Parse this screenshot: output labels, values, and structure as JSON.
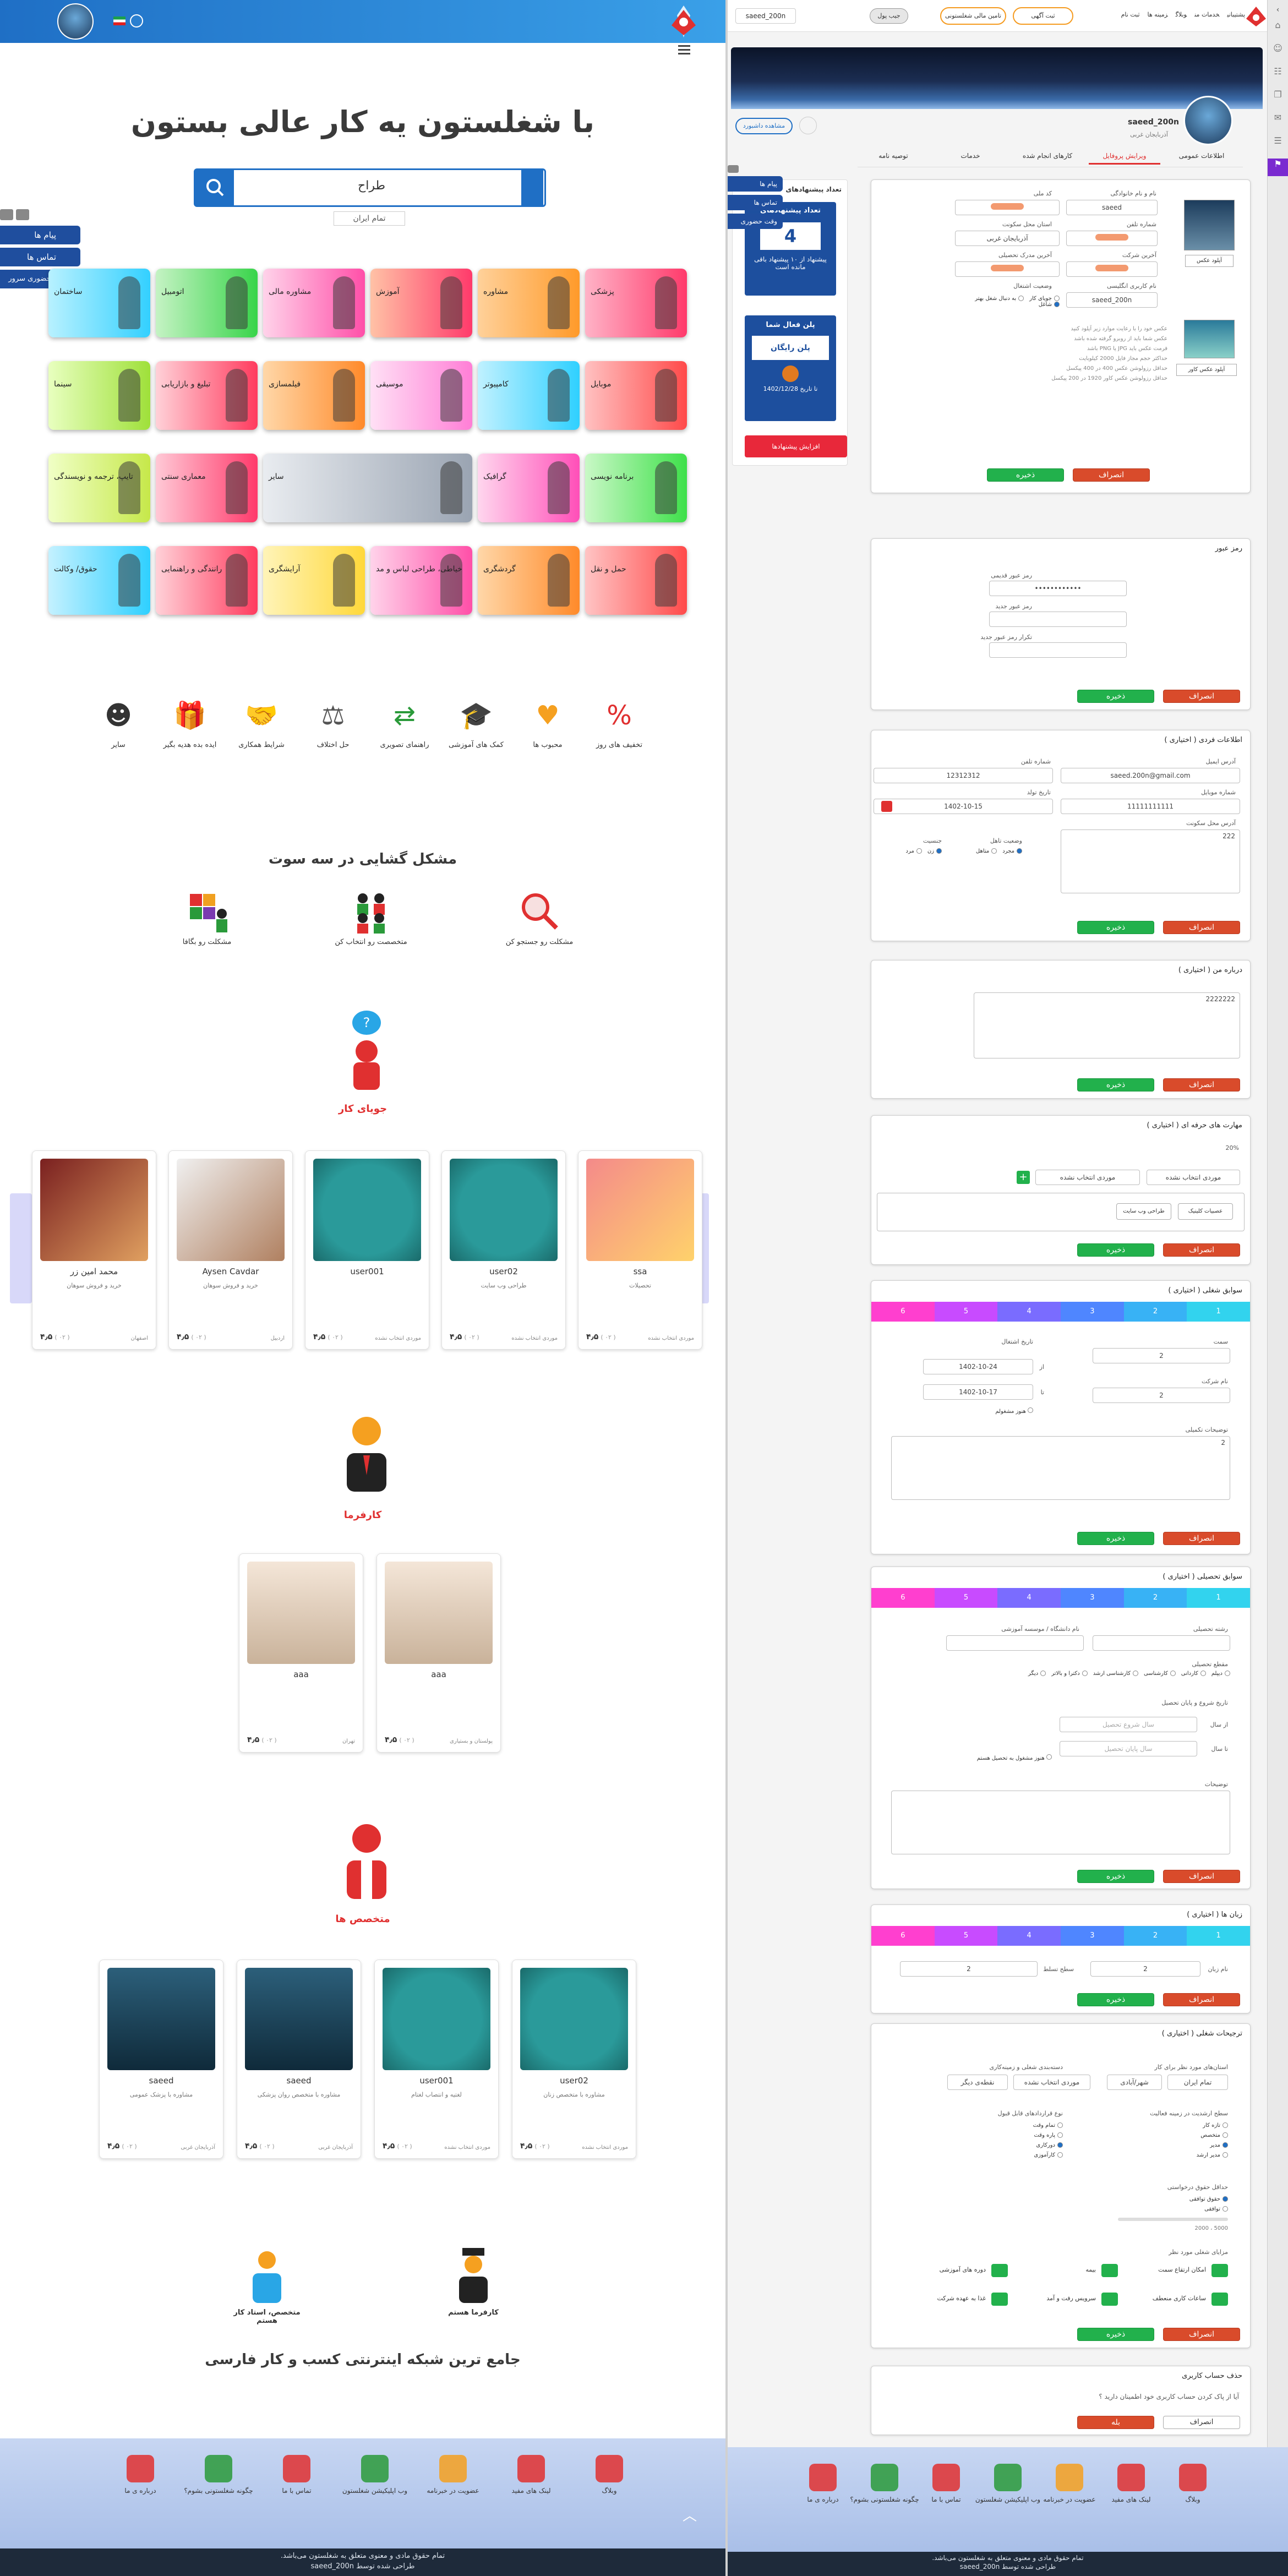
{
  "left": {
    "hero_title": "با شغلستون یه کار عالی بستون",
    "search_value": "طراح",
    "search_region": "تمام ایران",
    "float_menu": [
      "پیام ها",
      "تماس ها",
      "وقت حضوری سرور"
    ],
    "categories": [
      {
        "label": "پزشکی",
        "c1": "#ff3a6b",
        "c2": "#ffb3c7"
      },
      {
        "label": "مشاوره",
        "c1": "#ff9a2a",
        "c2": "#ffd19a"
      },
      {
        "label": "آموزش",
        "c1": "#ff3a6b",
        "c2": "#ffc2a6"
      },
      {
        "label": "مشاوره مالی",
        "c1": "#ff4fa8",
        "c2": "#ffd3ea"
      },
      {
        "label": "اتومبیل",
        "c1": "#38d44a",
        "c2": "#c5f3c4"
      },
      {
        "label": "ساختمان",
        "c1": "#33d0ff",
        "c2": "#b8f1ff"
      },
      {
        "label": "موبایل",
        "c1": "#ff4a4a",
        "c2": "#ffc1c1"
      },
      {
        "label": "کامپیوتر",
        "c1": "#2fd0ff",
        "c2": "#c0f1ff"
      },
      {
        "label": "موسیقی",
        "c1": "#ff7ed6",
        "c2": "#ffe0f5"
      },
      {
        "label": "فیلمسازی",
        "c1": "#ff8a2a",
        "c2": "#ffd7a8"
      },
      {
        "label": "تبلیغ و بازاریابی",
        "c1": "#ff3b5e",
        "c2": "#ffd1d8"
      },
      {
        "label": "سینما",
        "c1": "#9fe03a",
        "c2": "#e8ffbf"
      },
      {
        "label": "برنامه نویسی",
        "c1": "#3ee04a",
        "c2": "#c9f8c6"
      },
      {
        "label": "گرافیک",
        "c1": "#ff4fb8",
        "c2": "#ffd6ee"
      },
      {
        "label": "سایر",
        "c1": "#9aa4b2",
        "c2": "#e9ecf0"
      },
      {
        "label": "معماری سنتی",
        "c1": "#ff3a6b",
        "c2": "#ffc9d6"
      },
      {
        "label": "تایپ، ترجمه و نویسندگی",
        "c1": "#c6e84a",
        "c2": "#f0ffc6"
      },
      {
        "label": "حمل و نقل",
        "c1": "#ff4a4a",
        "c2": "#ffc4c4"
      },
      {
        "label": "گردشگری",
        "c1": "#ff8a2a",
        "c2": "#ffd7a8"
      },
      {
        "label": "خیاطی، طراحی لباس و مد",
        "c1": "#ff4fa8",
        "c2": "#ffd3ea"
      },
      {
        "label": "آرایشگری",
        "c1": "#ffd83a",
        "c2": "#fff4b8"
      },
      {
        "label": "رانندگی و راهنمایی",
        "c1": "#ff3b5e",
        "c2": "#ffd1d8"
      },
      {
        "label": "حقوق/ وکالت",
        "c1": "#2fd0ff",
        "c2": "#c4f1ff"
      }
    ],
    "features": [
      "تخفیف های روز",
      "محبوب ها",
      "کمک های آموزشی",
      "راهنمای تصویری",
      "حل اختلاف",
      "شرایط همکاری",
      "ایده بده هدیه بگیر",
      "سایر"
    ],
    "solve_title": "مشکل گشایی در سه سوت",
    "solve_steps": [
      "مشکلت رو جستجو کن",
      "متخصصت رو انتخاب کن",
      "مشکلت رو بگافا"
    ],
    "jobseeker_title": "جویای کار",
    "jobseekers": [
      {
        "name": "ssa",
        "sub": "تحصیلات",
        "loc": "موردی انتخاب نشده",
        "rate": "۴٫۵",
        "count": "( ۰۲ )"
      },
      {
        "name": "user02",
        "sub": "طراحی وب سایت",
        "loc": "موردی انتخاب نشده",
        "rate": "۴٫۵",
        "count": "( ۰۲ )"
      },
      {
        "name": "user001",
        "sub": "",
        "loc": "موردی انتخاب نشده",
        "rate": "۴٫۵",
        "count": "( ۰۲ )"
      },
      {
        "name": "Aysen Cavdar",
        "sub": "خرید و فروش سوهان",
        "loc": "اردبیل",
        "rate": "۴٫۵",
        "count": "( ۰۲ )"
      },
      {
        "name": "محمد امین زر",
        "sub": "خرید و فروش سوهان",
        "loc": "اصفهان",
        "rate": "۴٫۵",
        "count": "( ۰۲ )"
      }
    ],
    "employer_title": "کارفرما",
    "employers": [
      {
        "name": "aaa",
        "loc": "پولستان و بستیاری",
        "rate": "۴٫۵",
        "count": "( ۰۲ )"
      },
      {
        "name": "aaa",
        "loc": "تهران",
        "rate": "۴٫۵",
        "count": "( ۰۲ )"
      }
    ],
    "experts_title": "متخصص ها",
    "experts": [
      {
        "name": "user02",
        "sub": "مشاوره با متخصص زنان",
        "loc": "موردی انتخاب نشده",
        "rate": "۴٫۵",
        "count": "( ۰۲ )"
      },
      {
        "name": "user001",
        "sub": "لغتیه و انتصاب لغتام",
        "loc": "موردی انتخاب نشده",
        "rate": "۴٫۵",
        "count": "( ۰۲ )"
      },
      {
        "name": "saeed",
        "sub": "مشاوره با متخصص روان پزشکی",
        "loc": "آذربایجان غربی",
        "rate": "۴٫۵",
        "count": "( ۰۲ )"
      },
      {
        "name": "saeed",
        "sub": "مشاوره با پزشک عمومی",
        "loc": "آذربایجان غربی",
        "rate": "۴٫۵",
        "count": "( ۰۲ )"
      }
    ],
    "roles": [
      "کارفرما هستم",
      "متخصص، استاد کار هستم"
    ],
    "bottom_title": "جامع ترین شبکه اینترنتی کسب و کار فارسی",
    "footer_items": [
      "وبلاگ",
      "لینک های مفید",
      "عضویت در خبرنامه",
      "وب اپلیکیشن شغلستون",
      "تماس با ما",
      "چگونه شغلستونی بشوم؟",
      "درباره ی ما"
    ],
    "copyright": "تمام حقوق مادی و معنوی متعلق به شغلستون می‌باشد.",
    "designer": "طراحی شده توسط",
    "username": "saeed_200n"
  },
  "right": {
    "top_links": [
      "پشتیبانی",
      "خدمات من",
      "وبلاگ",
      "زمینه ها",
      "ثبت نام"
    ],
    "btn_become_seller": "ثبت آگهی",
    "btn_support": "تامین مالی شغلستونی",
    "btn_wallet": "جیب پول",
    "user_chip": "saeed_200n",
    "profile_name": "saeed_200n",
    "profile_location": "آذربایجان غربی",
    "share_btn": "مشاهده داشبورد",
    "tabs": [
      "اطلاعات عمومی",
      "ویرایش پروفایل",
      "کارهای انجام شده",
      "خدمات",
      "توصیه نامه"
    ],
    "suggestions_title": "تعداد پیشنهادهای",
    "suggestions_count": "4",
    "suggestions_text": "پیشنهاد از ۱۰ پیشنهاد باقی مانده است",
    "plan_title": "پلن فعال شما",
    "plan_name": "پلن رایگان",
    "plan_date": "تا تاریخ 1402/12/28",
    "buy_suggestions": "افزایش پیشنهادها",
    "float_menu": [
      "پیام ها",
      "تماس ها",
      "وقت حضوری"
    ],
    "general": {
      "name_label": "نام و نام خانوادگی",
      "name_value": "saeed",
      "code_label": "کد ملی",
      "phone_label": "شماره تلفن",
      "province_label": "استان محل سکونت",
      "province_value": "آذربایجان غربی",
      "company_label": "آخرین شرکت",
      "edu_label": "آخرین مدرک تحصیلی",
      "username_label": "نام کاربری انگلیسی",
      "username_value": "saeed_200n",
      "status_label": "وضعیت اشتغال",
      "status_options": [
        "جویای کار",
        "به دنبال شغل بهتر",
        "شاغل"
      ],
      "upload_btn": "آپلود عکس",
      "cover_btn": "آپلود عکس کاور",
      "hints": [
        "عکس خود را با رعایت موارد زیر آپلود کنید",
        "عکس شما باید از روبرو گرفته شده باشد",
        "فرمت عکس باید JPG یا PNG باشد",
        "حداکثر حجم مجاز فایل 2000 کیلوبایت",
        "حداقل رزولوشن عکس 400 در 400 پیکسل",
        "حداقل رزولوشن عکس کاور 1920 در 200 پیکسل"
      ],
      "cancel": "انصراف",
      "save": "ذخیره"
    },
    "password": {
      "title": "رمز عبور",
      "old_label": "رمز عبور قدیمی",
      "old_value": "••••••••••••",
      "new_label": "رمز عبور جدید",
      "repeat_label": "تکرار رمز عبور جدید",
      "cancel": "انصراف",
      "save": "ذخیره"
    },
    "personal": {
      "title": "اطلاعات فردی ( اختیاری )",
      "email_label": "آدرس ایمیل",
      "email_value": "saeed.200n@gmail.com",
      "landline_label": "شماره تلفن",
      "landline_value": "12312312",
      "mobile_label": "شماره موبایل",
      "mobile_value": "11111111111",
      "birth_label": "تاریخ تولد",
      "birth_value": "1402-10-15",
      "address_label": "آدرس محل سکونت",
      "address_value": "222",
      "marital_label": "وضعیت تاهل",
      "marital_options": [
        "مجرد",
        "متاهل"
      ],
      "gender_label": "جنسیت",
      "gender_options": [
        "زن",
        "مرد"
      ],
      "cancel": "انصراف",
      "save": "ذخیره"
    },
    "about": {
      "title": "درباره من ( اختیاری )",
      "value": "2222222",
      "cancel": "انصراف",
      "save": "ذخیره"
    },
    "skills": {
      "title": "مهارت های حرفه ای ( اختیاری )",
      "pct": "20%",
      "select1": "موردی انتخاب نشده",
      "select2": "موردی انتخاب نشده",
      "chip1": "طراحی وب سایت",
      "chip2": "عصبیات کلینیک",
      "cancel": "انصراف",
      "save": "ذخیره"
    },
    "work": {
      "title": "سوابق شغلی ( اختیاری )",
      "steps": [
        "1",
        "2",
        "3",
        "4",
        "5",
        "6"
      ],
      "position_label": "سمت",
      "position_value": "2",
      "company_label": "نام شرکت",
      "company_value": "2",
      "date_label": "تاریخ اشتغال",
      "from_label": "از",
      "from_value": "1402-10-24",
      "to_label": "تا",
      "to_value": "1402-10-17",
      "still_label": "هنوز مشغولم",
      "desc_label": "توضیحات تکمیلی",
      "desc_value": "2",
      "cancel": "انصراف",
      "save": "ذخیره"
    },
    "education": {
      "title": "سوابق تحصیلی ( اختیاری )",
      "steps": [
        "1",
        "2",
        "3",
        "4",
        "5",
        "6"
      ],
      "field_label": "رشته تحصیلی",
      "uni_label": "نام دانشگاه / موسسه آموزشی",
      "level_label": "مقطع تحصیلی",
      "levels": [
        "دیپلم",
        "کاردانی",
        "کارشناسی",
        "کارشناسی ارشد",
        "دکترا و بالاتر",
        "دیگر"
      ],
      "date_label": "تاریخ شروع و پایان تحصیل",
      "from_label": "از سال",
      "from_ph": "سال شروع تحصیل",
      "to_label": "تا سال",
      "to_ph": "سال پایان تحصیل",
      "still_label": "هنوز مشغول به تحصیل هستم",
      "desc_label": "توضیحات",
      "cancel": "انصراف",
      "save": "ذخیره"
    },
    "languages": {
      "title": "زبان ها ( اختیاری )",
      "steps": [
        "1",
        "2",
        "3",
        "4",
        "5",
        "6"
      ],
      "lang_label": "نام زبان",
      "lang_value": "2",
      "level_label": "سطح تسلط",
      "level_value": "2",
      "cancel": "انصراف",
      "save": "ذخیره"
    },
    "prefs": {
      "title": "ترجیحات شغلی ( اختیاری )",
      "province_label": "استان‌های مورد نظر برای کار",
      "province_value": "تمام ایران",
      "city_value": "شهر/آبادی",
      "category_label": "دسته‌بندی شغلی و زمینه‌کاری",
      "category_value": "موردی انتخاب نشده",
      "region_value": "نقطه‌ی دیگر",
      "seniority_label": "سطح ارشدیت در زمینه فعالیت",
      "seniority_options": [
        "تازه کار",
        "متخصص",
        "مدیر",
        "مدیر ارشد"
      ],
      "contract_label": "نوع قراردادهای قابل قبول",
      "contract_options": [
        "تمام وقت",
        "پاره وقت",
        "دورکاری",
        "کارآموزی"
      ],
      "salary_label": "حداقل حقوق درخواستی",
      "salary_options": [
        "حقوق توافقی",
        "توافقی"
      ],
      "salary_value": "2000 ، 5000",
      "benefits_label": "مزایای شغلی مورد نظر",
      "benefits": [
        "امکان ارتقاع سمت",
        "بیمه",
        "دوره های آموزشی",
        "ساعات کاری منعطف",
        "سرویس رفت و آمد",
        "غذا به عهده شرکت"
      ],
      "cancel": "انصراف",
      "save": "ذخیره"
    },
    "delete": {
      "title": "حذف حساب کاربری",
      "question": "آیا از پاک کردن حساب کاربری خود اطمینان دارید ؟",
      "cancel": "انصراف",
      "confirm": "بله"
    },
    "footer_items": [
      "وبلاگ",
      "لینک های مفید",
      "عضویت در خبرنامه",
      "وب اپلیکیشن شغلستون",
      "تماس با ما",
      "چگونه شغلستونی بشوم؟",
      "درباره ی ما"
    ],
    "copyright": "تمام حقوق مادی و معنوی متعلق به شغلستون می‌باشد.",
    "designer": "طراحی شده توسط",
    "username": "saeed_200n"
  }
}
